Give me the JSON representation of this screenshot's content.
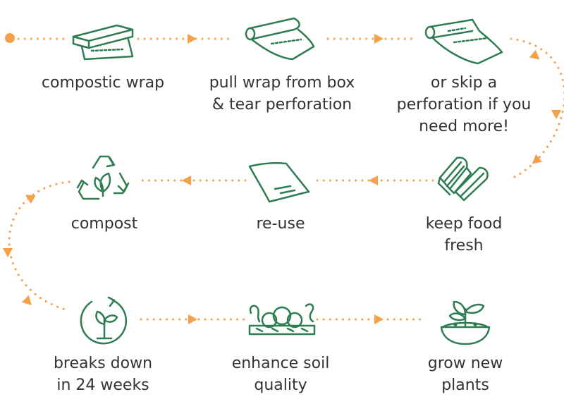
{
  "colors": {
    "green": "#2e7d52",
    "orange": "#f5a04a",
    "text": "#333333"
  },
  "steps": [
    {
      "id": "wrap",
      "icon": "wrap-box-icon",
      "label": [
        "compostic wrap"
      ]
    },
    {
      "id": "pull",
      "icon": "wrap-roll-icon",
      "label": [
        "pull wrap from box",
        "& tear perforation"
      ]
    },
    {
      "id": "skip",
      "icon": "wrap-roll-long-icon",
      "label": [
        "or skip a",
        "perforation if you",
        "need more!"
      ]
    },
    {
      "id": "fresh",
      "icon": "sandwich-icon",
      "label": [
        "keep food",
        "fresh"
      ]
    },
    {
      "id": "reuse",
      "icon": "wrap-sheet-icon",
      "label": [
        "re-use"
      ]
    },
    {
      "id": "compost",
      "icon": "recycle-leaf-icon",
      "label": [
        "compost"
      ]
    },
    {
      "id": "breaks",
      "icon": "cycle-sprout-icon",
      "label": [
        "breaks down",
        "in 24 weeks"
      ]
    },
    {
      "id": "soil",
      "icon": "soil-worms-icon",
      "label": [
        "enhance soil",
        "quality"
      ]
    },
    {
      "id": "grow",
      "icon": "plant-bowl-icon",
      "label": [
        "grow new",
        "plants"
      ]
    }
  ]
}
